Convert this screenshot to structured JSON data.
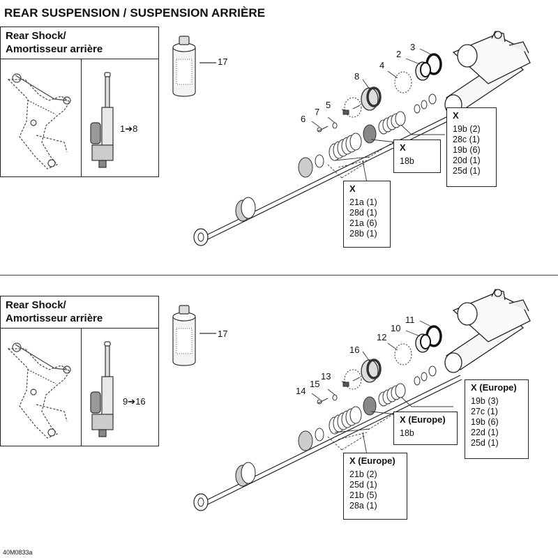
{
  "title": "REAR SUSPENSION / SUSPENSION ARRIÈRE",
  "figure_code": "40M0833a",
  "sections": [
    {
      "panel": {
        "title_line1": "Rear Shock/",
        "title_line2": "Amortisseur arrière",
        "range_label": "1➔8"
      },
      "callouts": {
        "oil": "17",
        "nut": "6",
        "spacer": "7",
        "valve": "5",
        "washer_top": "8",
        "disc": "4",
        "bushing": "2",
        "oring": "3"
      },
      "kits": [
        {
          "header": "X",
          "lines": [
            "19b (2)",
            "28c (1)",
            "19b (6)",
            "20d (1)",
            "25d (1)"
          ]
        },
        {
          "header": "X",
          "lines": [
            "18b"
          ]
        },
        {
          "header": "X",
          "lines": [
            "21a (1)",
            "28d (1)",
            "21a (6)",
            "28b (1)"
          ]
        }
      ]
    },
    {
      "panel": {
        "title_line1": "Rear Shock/",
        "title_line2": "Amortisseur arrière",
        "range_label": "9➔16"
      },
      "callouts": {
        "oil": "17",
        "nut": "14",
        "spacer": "15",
        "valve": "13",
        "washer_top": "16",
        "disc": "12",
        "bushing": "10",
        "oring": "11"
      },
      "kits": [
        {
          "header": "X (Europe)",
          "lines": [
            "19b (3)",
            "27c (1)",
            "19b (6)",
            "22d (1)",
            "25d (1)"
          ]
        },
        {
          "header": "X (Europe)",
          "lines": [
            "18b"
          ]
        },
        {
          "header": "X (Europe)",
          "lines": [
            "21b (2)",
            "25d (1)",
            "21b (5)",
            "28a (1)"
          ]
        }
      ]
    }
  ]
}
